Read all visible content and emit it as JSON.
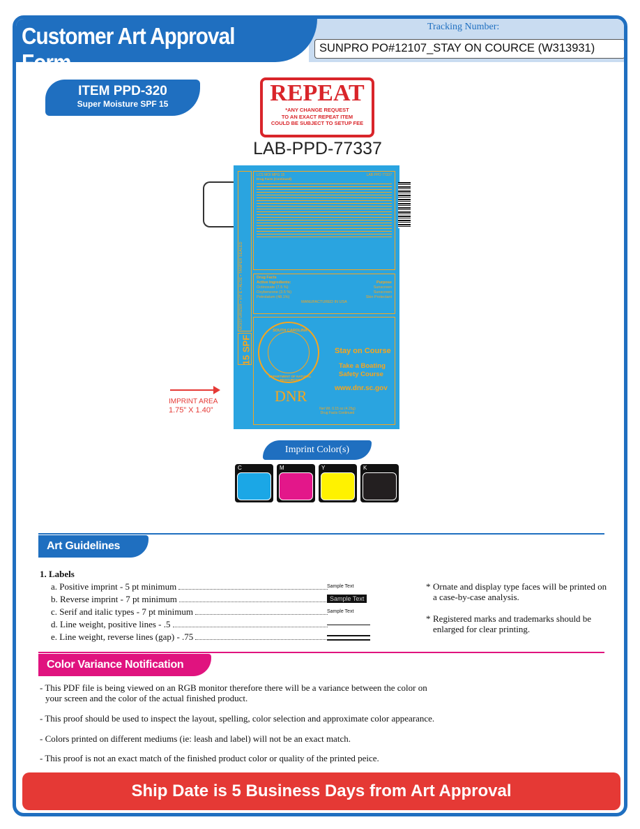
{
  "header": {
    "title": "Customer Art Approval Form",
    "tracking_label": "Tracking Number:",
    "tracking_value": "SUNPRO PO#12107_STAY ON COURCE (W313931)"
  },
  "item": {
    "code": "ITEM PPD-320",
    "name": "Super Moisture SPF 15"
  },
  "repeat_stamp": {
    "title": "REPEAT",
    "line1": "*ANY CHANGE REQUEST",
    "line2": "TO AN EXACT REPEAT ITEM",
    "line3": "COULD BE SUBJECT TO SETUP FEE"
  },
  "lab_code": "LAB-PPD-77337",
  "art": {
    "top_left": "LCS MOI MPG 15",
    "top_right": "LAB PPD 77337",
    "drug_facts_cont": "Drug Facts (Continued)",
    "side_text": "MOISTURIZER • VIT E • ALOE • TAMPER SEALED",
    "spf": "15 SPF",
    "drug_facts": "Drug Facts",
    "active_ingredients": "Active Ingredients:",
    "purpose": "Purpose",
    "ingredients": [
      {
        "name": "Octinoxate (7.5 %)",
        "purpose": "Sunscreen"
      },
      {
        "name": "Oxybenzone (3.5 %)",
        "purpose": "Sunscreen"
      },
      {
        "name": "Petrolatum (48.1%)",
        "purpose": "Skin Protectant"
      }
    ],
    "made_in": "MANUFACTURED IN USA",
    "seal_top": "SOUTH CAROLINA",
    "seal_bottom": "DEPARTMENT OF NATURAL RESOURCES",
    "stay": "Stay on Course",
    "boating_1": "Take a Boating",
    "boating_2": "Safety Course",
    "url": "www.dnr.sc.gov",
    "dnr": "DNR",
    "net_wt": "Net Wt. 0.15 oz (4.25g)",
    "see_facts": "Drug Facts Continued"
  },
  "imprint_area": {
    "label": "IMPRINT AREA",
    "dims": "1.75” X 1.40”"
  },
  "imprint_colors": {
    "title": "Imprint Color(s)",
    "swatches": [
      {
        "letter": "C",
        "color": "#1ba7e6"
      },
      {
        "letter": "M",
        "color": "#e3178a"
      },
      {
        "letter": "Y",
        "color": "#fff200"
      },
      {
        "letter": "K",
        "color": "#231f20"
      }
    ]
  },
  "guidelines": {
    "title": "Art Guidelines",
    "labels_heading": "1. Labels",
    "rows": [
      "a. Positive imprint - 5 pt minimum",
      "b. Reverse imprint - 7 pt minimum",
      "c. Serif and italic types - 7 pt minimum",
      "d. Line weight, positive lines - .5",
      "e. Line weight, reverse lines (gap) - .75"
    ],
    "sample_text": "Sample Text",
    "notes": [
      "Ornate and display type faces will be printed on a case-by-case analysis.",
      "Registered marks and trademarks should be enlarged for clear printing."
    ]
  },
  "variance": {
    "title": "Color Variance Notification",
    "items": [
      "- This PDF file is being viewed on an RGB monitor therefore there will be a variance between the color on",
      "your screen and the color of the actual finished product.",
      "- This proof should be used to inspect the layout, spelling, color selection and approximate color appearance.",
      "- Colors printed on different mediums (ie: leash and label) will not be an exact match.",
      "- This proof is not an exact match of the finished product color or quality of the printed peice."
    ]
  },
  "ship_banner": "Ship Date is 5 Business Days from Art Approval",
  "colors": {
    "brand_blue": "#1f6fc0",
    "magenta": "#e0137f",
    "red": "#e53935",
    "label_blue": "#2aa4e0",
    "label_orange": "#f7a51c"
  }
}
